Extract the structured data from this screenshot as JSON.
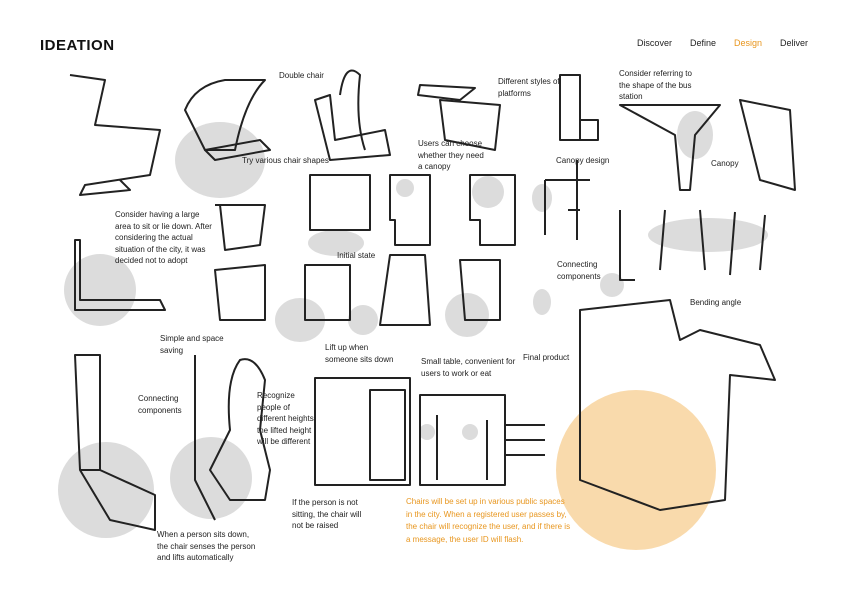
{
  "header": {
    "title": "IDEATION",
    "nav": [
      "Discover",
      "Define",
      "Design",
      "Deliver"
    ],
    "active_nav": "Design"
  },
  "colors": {
    "accent": "#e8961e",
    "highlight_circle": "#f8d49e",
    "gray_circle": "#dcdcdc"
  },
  "labels": {
    "double_chair": "Double chair",
    "different_styles": "Different styles of platforms",
    "consider_referring": "Consider referring to the shape of the bus station",
    "try_shapes": "Try various chair shapes",
    "users_choose": "Users can choose whether they need a canopy",
    "canopy_design": "Canopy design",
    "canopy": "Canopy",
    "large_area": "Consider having a large area to sit or lie down. After considering the actual situation of the city, it was decided not to adopt",
    "initial_state": "Initial state",
    "connecting_components_1": "Connecting components",
    "bending_angle": "Bending angle",
    "simple_space": "Simple and space saving",
    "lift_up": "Lift up when someone sits down",
    "small_table": "Small table, convenient for users to work or eat",
    "final_product": "Final product",
    "connecting_components_2": "Connecting components",
    "recognize_people": "Recognize people of different heights, the lifted height will be different",
    "not_sitting": "If the person is not sitting, the chair will not be raised",
    "sits_down": "When a person sits down, the chair senses the person and lifts automatically",
    "orange_note": "Chairs will be set up in various public spaces in the city. When a registered user passes by, the chair will recognize the user, and if there is a message, the user ID will flash."
  }
}
